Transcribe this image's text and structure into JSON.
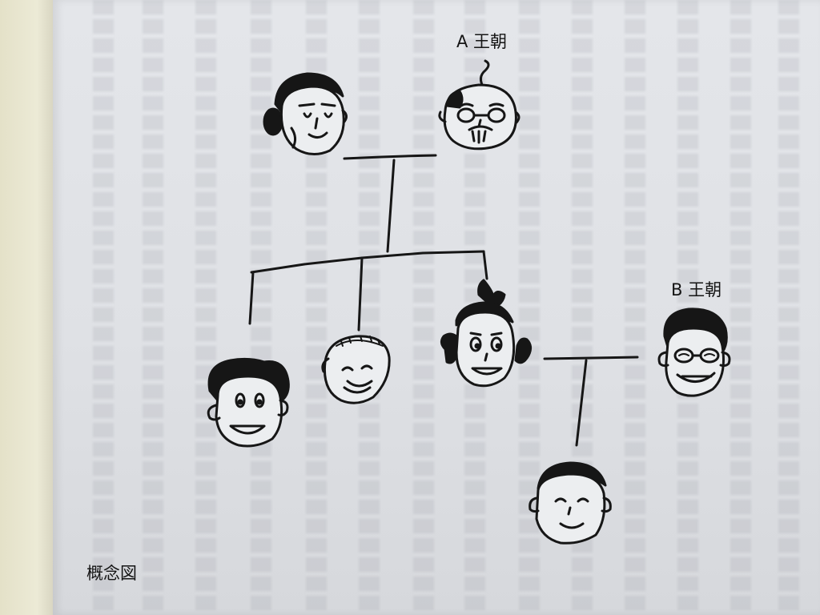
{
  "labels": {
    "dynasty_a": "A 王朝",
    "dynasty_b": "B 王朝",
    "caption": "概念図"
  }
}
